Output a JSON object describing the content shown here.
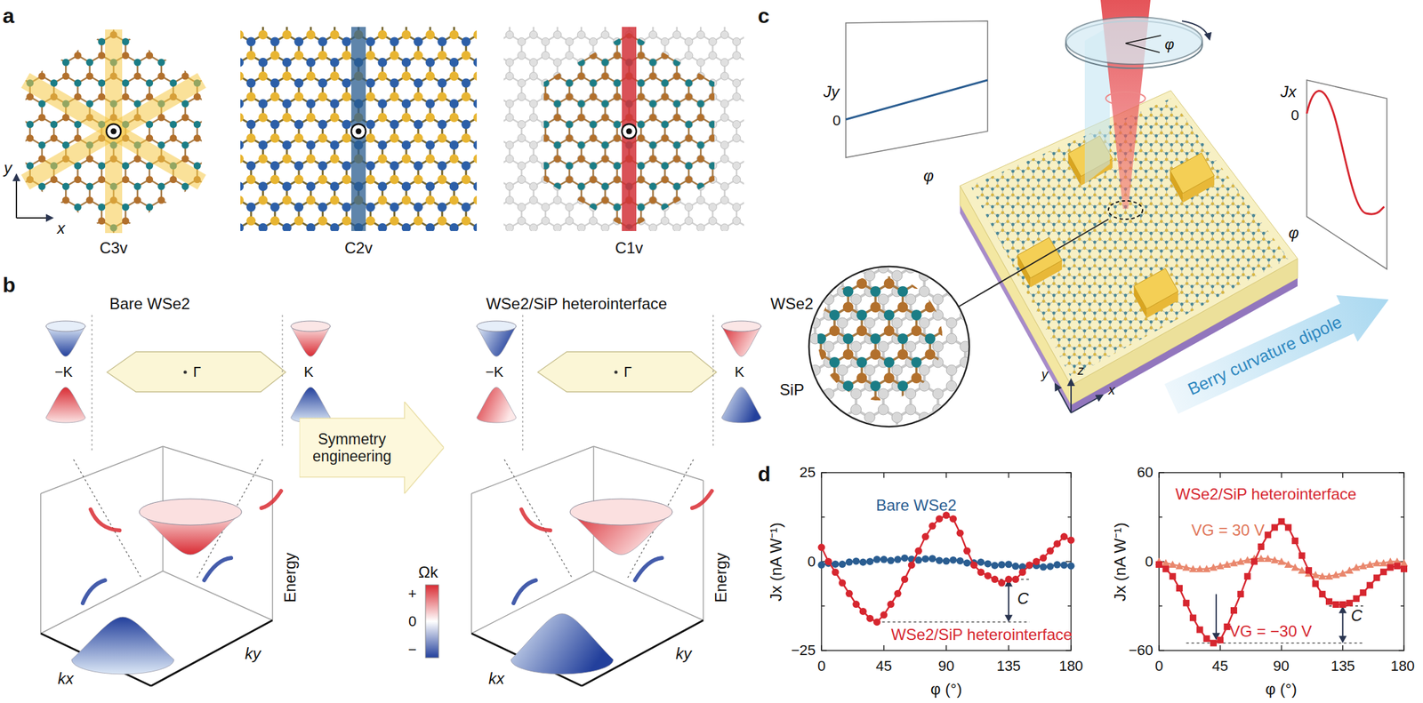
{
  "diagram": {
    "nodes": [
      {
        "text": [
          "Symmetry engineering"
        ]
      },
      {
        "text": [
          "Berry curvature dipole"
        ]
      }
    ],
    "labels": [
      "a",
      "y",
      "x",
      "C3v",
      "C2v",
      "C1v",
      "b",
      "Bare WSe2",
      "WSe2/SiP heterointerface",
      "−K",
      "Γ",
      "K",
      "−K",
      "Γ",
      "K",
      "Energy",
      "kx",
      "ky",
      "Energy",
      "kx",
      "ky",
      "Ωk",
      "+",
      "0",
      "−",
      "c",
      "Jy",
      "0",
      "φ",
      "φ",
      "Jx",
      "0",
      "φ",
      "WSe2",
      "SiP",
      "z",
      "y",
      "x",
      "d",
      "25",
      "0",
      "−25",
      "0",
      "45",
      "90",
      "135",
      "180",
      "φ (°)",
      "Jx (nA W⁻¹)",
      "Bare WSe2",
      "WSe2/SiP heterointerface",
      "C",
      "60",
      "0",
      "−60",
      "0",
      "45",
      "90",
      "135",
      "180",
      "φ (°)",
      "Jx (nA W⁻¹)",
      "WSe2/SiP heterointerface",
      "VG = 30 V",
      "VG = −30 V",
      "C"
    ]
  }
}
